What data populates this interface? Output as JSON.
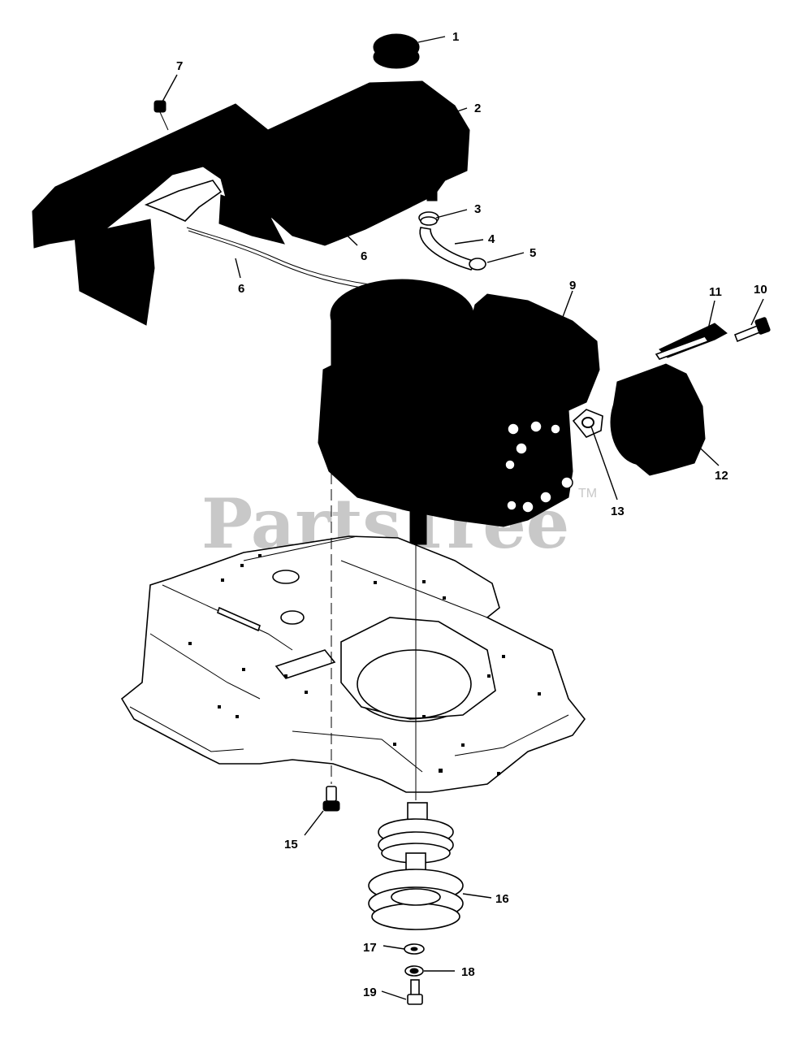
{
  "watermark": {
    "brand": "PartsTree",
    "trademark": "TM"
  },
  "callouts": {
    "c1": "1",
    "c2": "2",
    "c3": "3",
    "c4": "4",
    "c5": "5",
    "c6a": "6",
    "c6b": "6",
    "c7": "7",
    "c9": "9",
    "c10": "10",
    "c11": "11",
    "c12": "12",
    "c13": "13",
    "c15": "15",
    "c16": "16",
    "c17": "17",
    "c18": "18",
    "c19": "19"
  }
}
